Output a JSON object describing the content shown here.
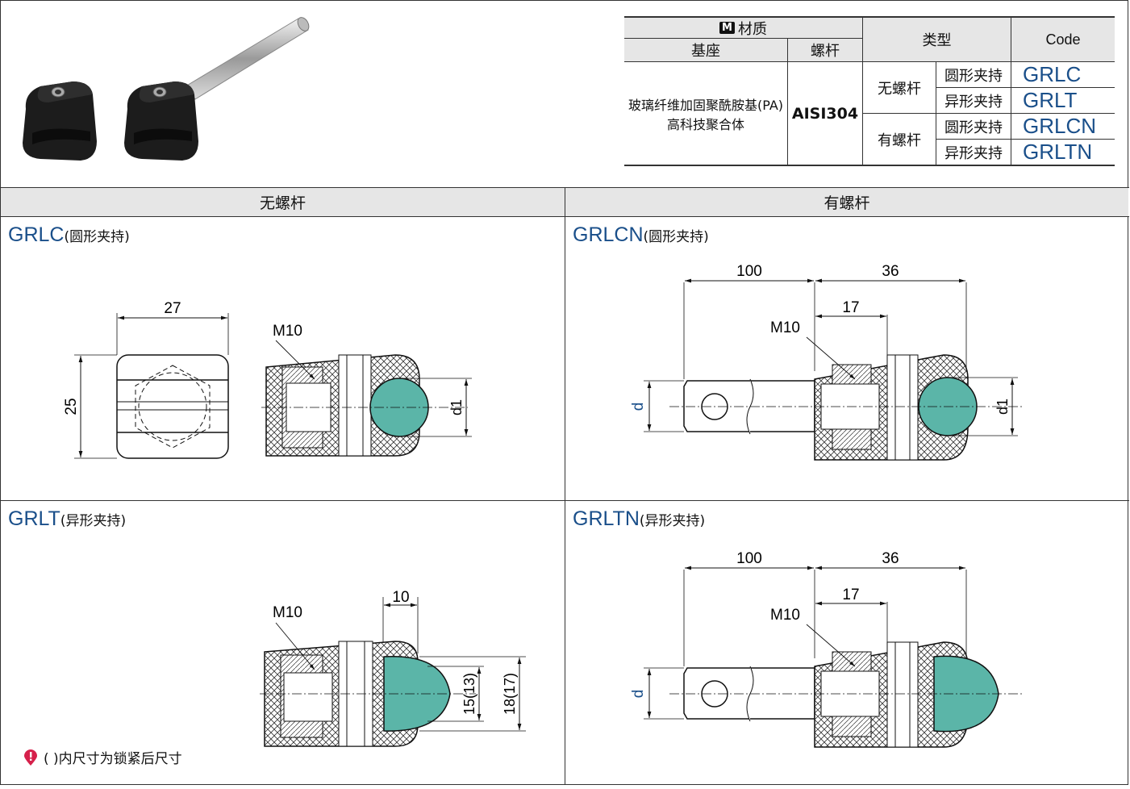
{
  "spec_table": {
    "material_badge": "M",
    "material_label": "材质",
    "base_header": "基座",
    "screw_header": "螺杆",
    "type_header": "类型",
    "code_header": "Code",
    "base_material_line1": "玻璃纤维加固聚酰胺基(PA)",
    "base_material_line2": "高科技聚合体",
    "screw_material": "AISI304",
    "no_screw_label": "无螺杆",
    "with_screw_label": "有螺杆",
    "rows": [
      {
        "grip": "圆形夹持",
        "code": "GRLC"
      },
      {
        "grip": "异形夹持",
        "code": "GRLT"
      },
      {
        "grip": "圆形夹持",
        "code": "GRLCN"
      },
      {
        "grip": "异形夹持",
        "code": "GRLTN"
      }
    ]
  },
  "columns": {
    "left": "无螺杆",
    "right": "有螺杆"
  },
  "panels": {
    "grlc": {
      "code": "GRLC",
      "subtitle": "(圆形夹持)"
    },
    "grlcn": {
      "code": "GRLCN",
      "subtitle": "(圆形夹持)"
    },
    "grlt": {
      "code": "GRLT",
      "subtitle": "(异形夹持)"
    },
    "grltn": {
      "code": "GRLTN",
      "subtitle": "(异形夹持)"
    }
  },
  "dims": {
    "width_27": "27",
    "height_25": "25",
    "thread": "M10",
    "d1": "d1",
    "d": "d",
    "rod_length": "100",
    "head_length": "36",
    "offset_17": "17",
    "jaw_10": "10",
    "jaw_15": "15(13)",
    "jaw_18": "18(17)"
  },
  "note": {
    "text": "(    )内尺寸为锁紧后尺寸"
  },
  "colors": {
    "code_blue": "#1a4f8a",
    "teal": "#5bb5a8",
    "header_gray": "#e6e6e6",
    "note_red": "#d6204b"
  }
}
